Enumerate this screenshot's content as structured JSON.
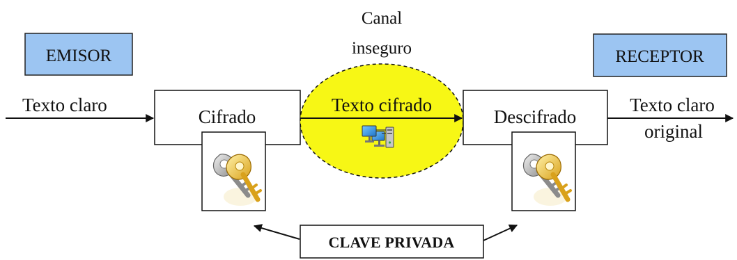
{
  "channel": {
    "label_line1": "Canal",
    "label_line2": "inseguro"
  },
  "sender": {
    "label": "EMISOR"
  },
  "receiver": {
    "label": "RECEPTOR"
  },
  "input": {
    "label": "Texto claro"
  },
  "encrypt": {
    "label": "Cifrado"
  },
  "ciphertext": {
    "label": "Texto cifrado"
  },
  "decrypt": {
    "label": "Descifrado"
  },
  "output": {
    "label_line1": "Texto claro",
    "label_line2": "original"
  },
  "private_key": {
    "label": "CLAVE PRIVADA"
  },
  "colors": {
    "role_box_fill": "#9cc5f2",
    "channel_fill": "#f7f715",
    "arrow": "#111111",
    "key_gold": "#d9a11b",
    "key_gray": "#8f8f8f"
  },
  "icons": {
    "encrypt_key": "keys-icon",
    "decrypt_key": "keys-icon",
    "channel_network": "network-computers-icon"
  }
}
